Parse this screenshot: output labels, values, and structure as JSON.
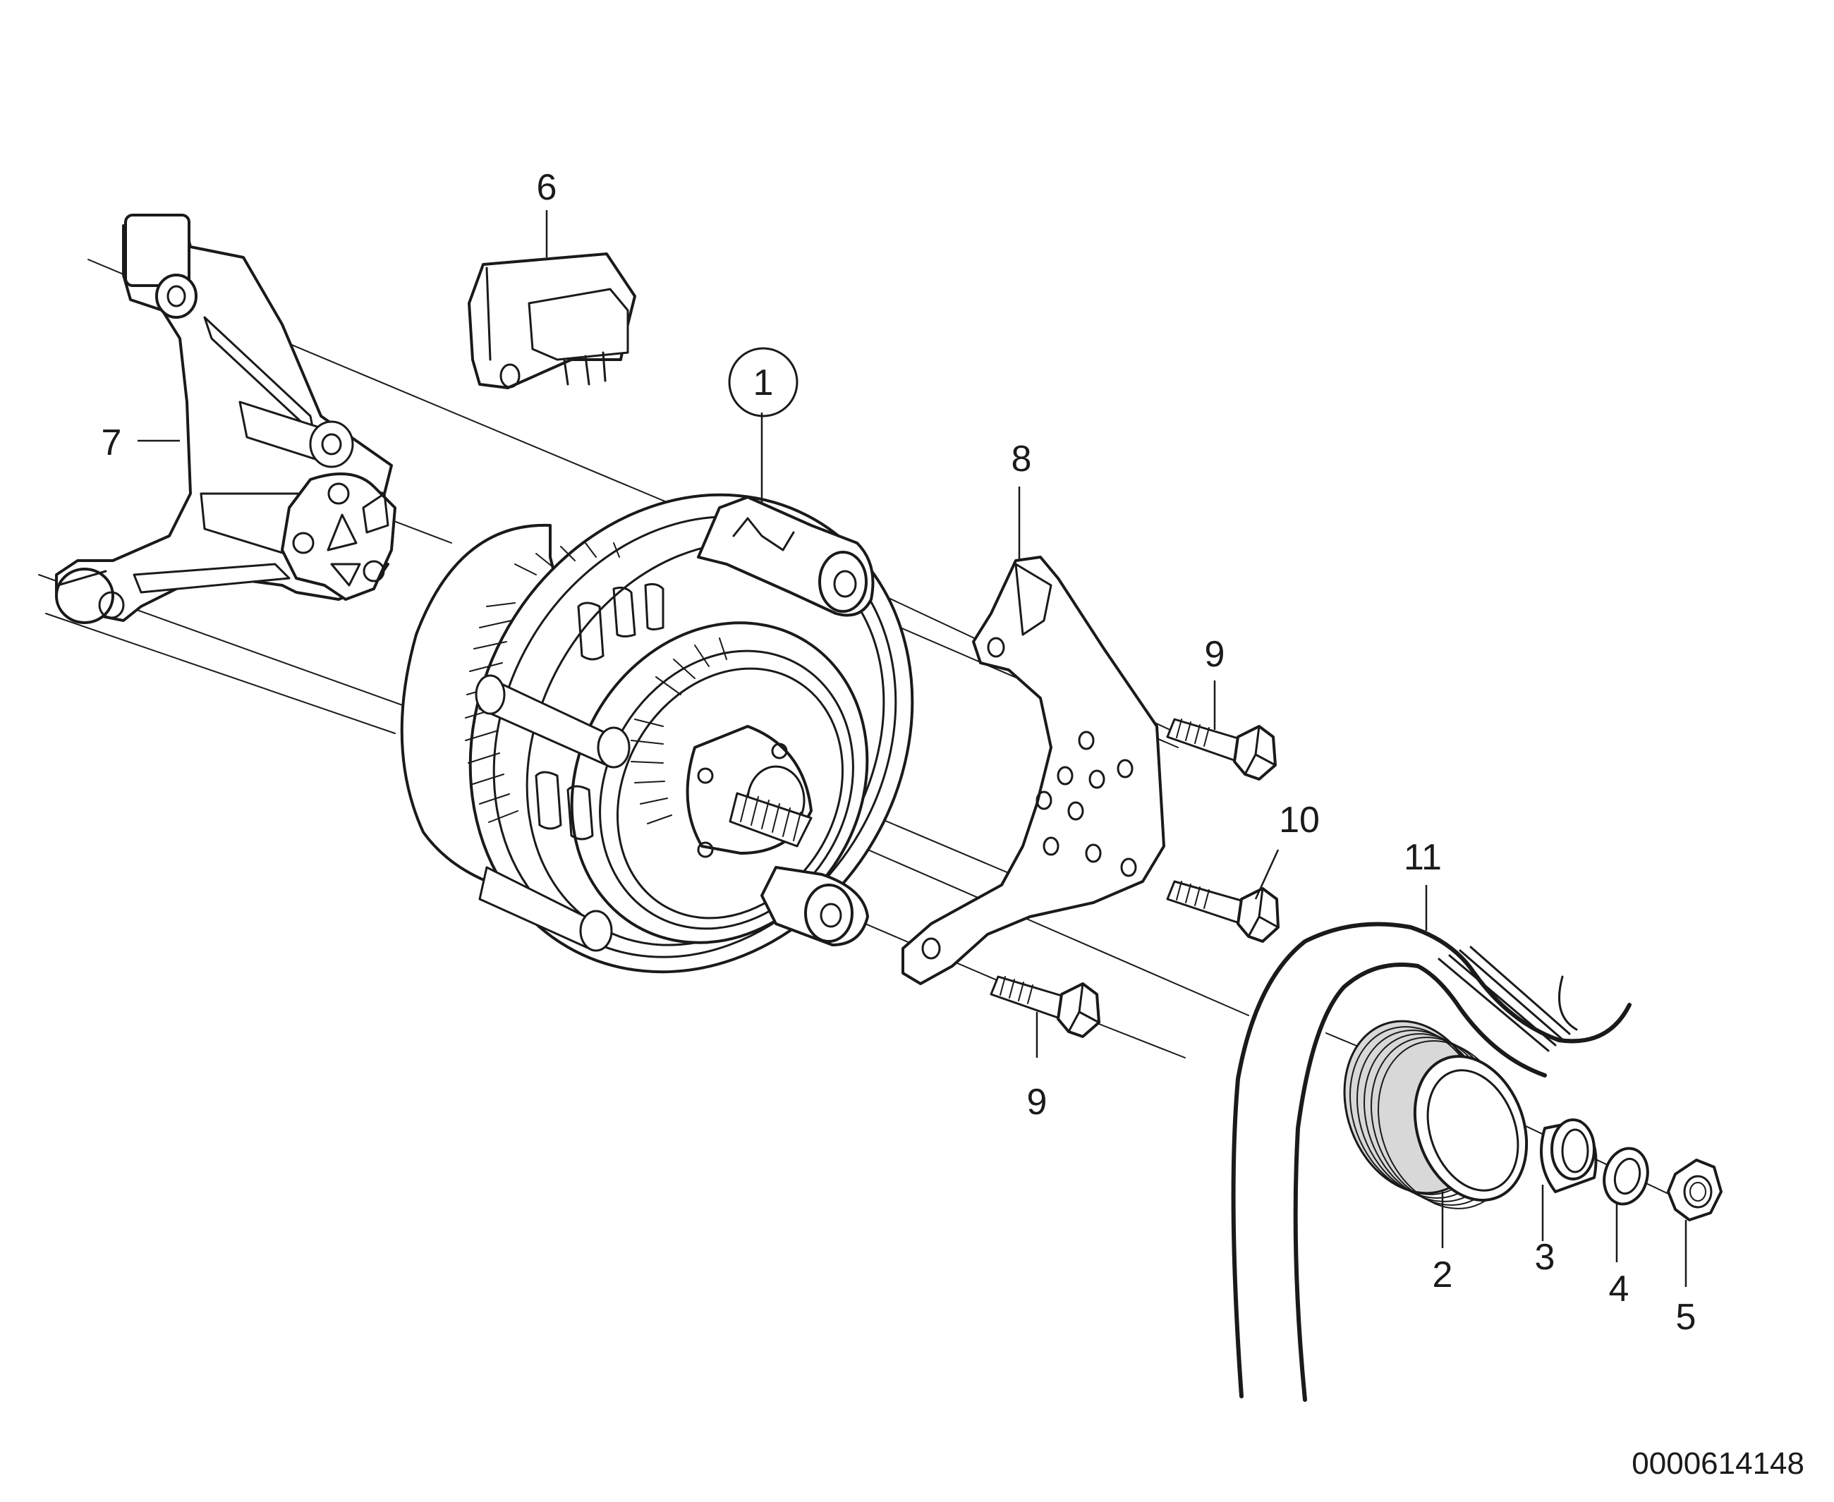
{
  "diagram": {
    "callouts": {
      "c1": "1",
      "c2": "2",
      "c3": "3",
      "c4": "4",
      "c5": "5",
      "c6": "6",
      "c7": "7",
      "c8": "8",
      "c9a": "9",
      "c9b": "9",
      "c10": "10",
      "c11": "11"
    },
    "document_number": "0000614148"
  }
}
